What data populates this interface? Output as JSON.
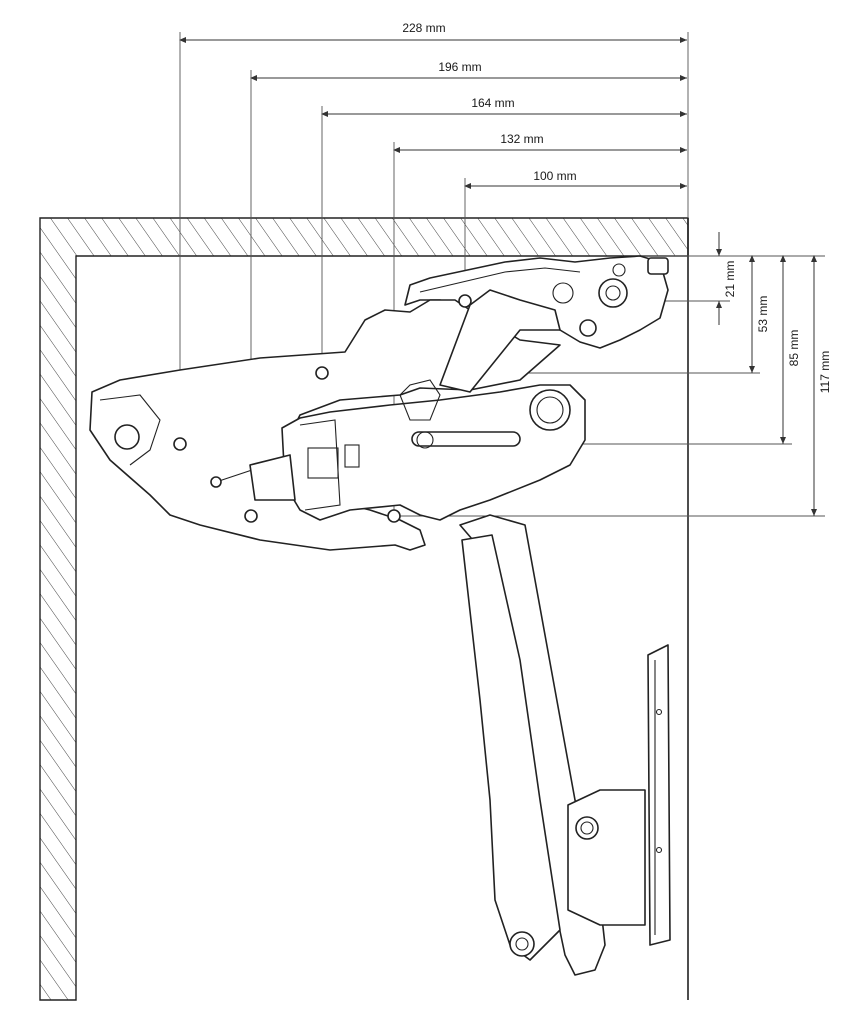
{
  "colors": {
    "line": "#222222",
    "background": "#ffffff"
  },
  "dimensions": {
    "horizontal": [
      "228 mm",
      "196 mm",
      "164 mm",
      "132 mm",
      "100 mm"
    ],
    "vertical": [
      "21 mm",
      "53 mm",
      "85 mm",
      "117 mm"
    ]
  },
  "icons": [
    "lift-mechanism-drawing",
    "mounting-hole-icon",
    "cabinet-wall-hatch"
  ]
}
